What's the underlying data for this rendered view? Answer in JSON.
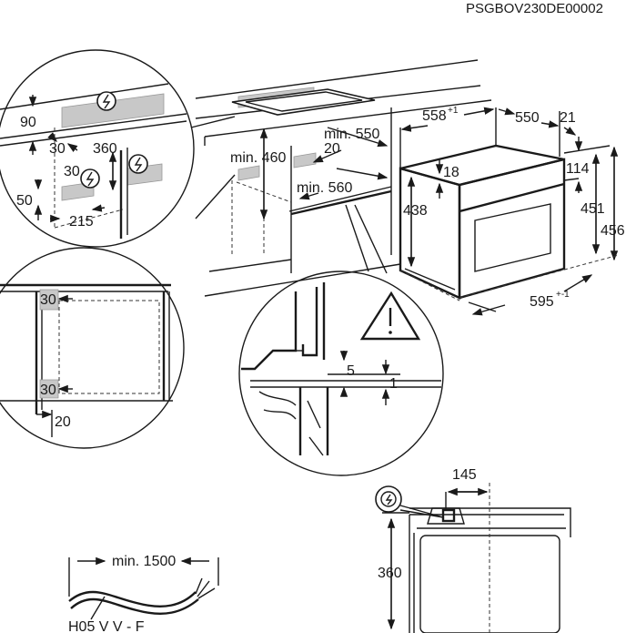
{
  "document_code": "PSGBOV230DE00002",
  "detail_top_left": {
    "d90": "90",
    "d30a": "30",
    "d360": "360",
    "d30b": "30",
    "d50": "50",
    "d215": "215"
  },
  "cabinet": {
    "min460": "min. 460",
    "min550": "min. 550",
    "d20": "20",
    "min560": "min. 560"
  },
  "oven": {
    "d558": "558",
    "d558_tol": "+1",
    "d550": "550",
    "d21": "21",
    "d18": "18",
    "d114": "114",
    "d438": "438",
    "d451": "451",
    "d456": "456",
    "d595": "595",
    "d595_tol": "+-1"
  },
  "detail_side": {
    "d30a": "30",
    "d30b": "30",
    "d20": "20"
  },
  "detail_gap": {
    "d5": "5",
    "d1": "1"
  },
  "connection": {
    "d145": "145",
    "d360": "360"
  },
  "cable": {
    "length": "min. 1500",
    "type": "H05 V V - F"
  }
}
